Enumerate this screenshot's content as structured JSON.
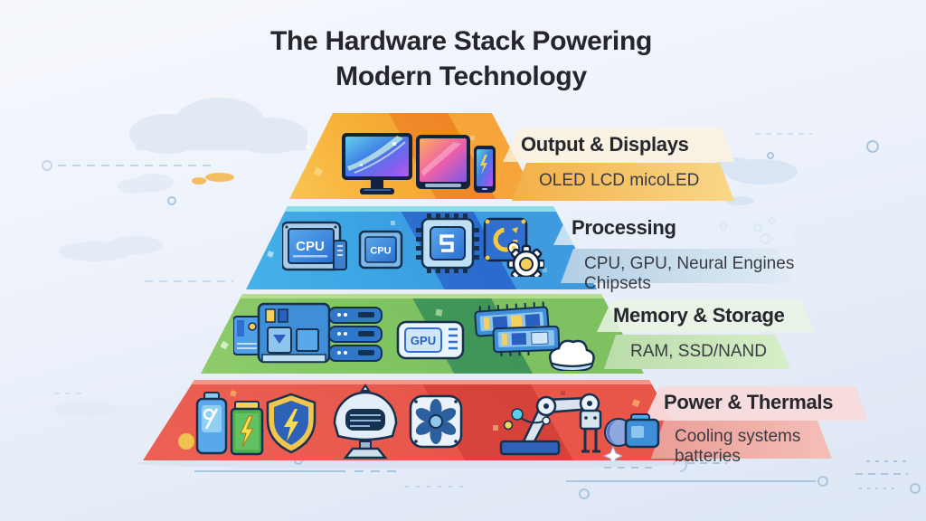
{
  "title": {
    "line1": "The Hardware Stack Powering",
    "line2": "Modern Technology"
  },
  "layers": [
    {
      "name": "Output & Displays",
      "subtitle_line1": "OLED LCD micoLED",
      "subtitle_line2": "",
      "layer_color": "#f7ad33",
      "dark_band_color": "#ef8b28",
      "banner_color": "#f6c463",
      "icons": [
        "desktop-monitor",
        "tablet",
        "smartphone"
      ]
    },
    {
      "name": "Processing",
      "subtitle_line1": "CPU, GPU, Neural Engines",
      "subtitle_line2": "Chipsets",
      "layer_color": "#3ba4e4",
      "dark_band_color": "#2b6fd0",
      "banner_color": "#bcd4e8",
      "icons": [
        "cpu-chip-large",
        "cpu-chip-small",
        "microchip",
        "chip-with-gear"
      ]
    },
    {
      "name": "Memory & Storage",
      "subtitle_line1": "RAM, SSD/NAND",
      "subtitle_line2": "",
      "layer_color": "#7fc565",
      "dark_band_color": "#41975a",
      "banner_color": "#c6e5b5",
      "icons": [
        "storage-unit",
        "server-stack",
        "gpu-card",
        "ram-modules",
        "cloud"
      ]
    },
    {
      "name": "Power & Thermals",
      "subtitle_line1": "Cooling systems",
      "subtitle_line2": "batteries",
      "layer_color": "#e95a4d",
      "dark_band_color": "#d8443c",
      "banner_color": "#f0a9a4",
      "icons": [
        "sun",
        "battery-blue",
        "battery-green",
        "power-shield",
        "robot-head",
        "cooling-fan",
        "robot-arm",
        "coin-cell",
        "battery-pack"
      ]
    }
  ],
  "icon_text": {
    "cpu_large": "CPU",
    "cpu_small": "CPU",
    "gpu": "GPU"
  },
  "background_color": "#e9effa",
  "text_color": "#26262d"
}
